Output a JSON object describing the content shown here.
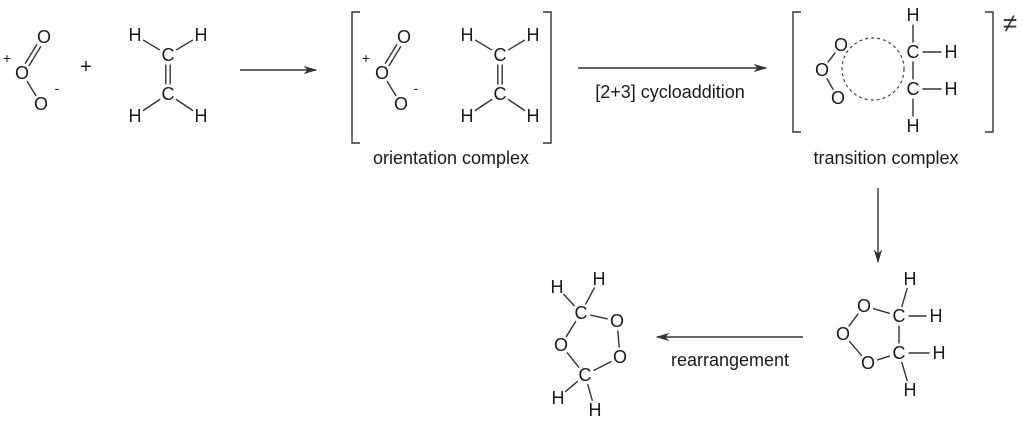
{
  "reactants": {
    "ozone": {
      "charge_plus": "+",
      "o_central": "O",
      "o_top": "O",
      "o_bottom": "O",
      "charge_minus": "-"
    },
    "plus_sign": "+",
    "ethylene": {
      "c_top": "C",
      "c_bottom": "C",
      "h_tl": "H",
      "h_tr": "H",
      "h_bl": "H",
      "h_br": "H"
    }
  },
  "orientation_complex": {
    "label": "orientation complex",
    "ozone": {
      "charge_plus": "+",
      "o_central": "O",
      "o_top": "O",
      "o_bottom": "O",
      "charge_minus": "-"
    },
    "ethylene": {
      "c_top": "C",
      "c_bottom": "C",
      "h_tl": "H",
      "h_tr": "H",
      "h_bl": "H",
      "h_br": "H"
    }
  },
  "step_cycloaddition": {
    "label": "[2+3] cycloaddition"
  },
  "transition_complex": {
    "label": "transition complex",
    "symbol": "≠",
    "atoms": {
      "o_top": "O",
      "o_mid": "O",
      "o_bottom": "O",
      "c_top": "C",
      "c_bottom": "C",
      "h_top": "H",
      "h_bottom": "H",
      "h_right_top": "H",
      "h_right_bottom": "H"
    }
  },
  "primary_ozonide": {
    "atoms": {
      "o_top": "O",
      "o_mid": "O",
      "o_bottom": "O",
      "c_top": "C",
      "c_bottom": "C",
      "h_top": "H",
      "h_right_top": "H",
      "h_right_bottom": "H",
      "h_bottom": "H"
    }
  },
  "step_rearrangement": {
    "label": "rearrangement"
  },
  "secondary_ozonide": {
    "atoms": {
      "h_tl": "H",
      "h_tr": "H",
      "c_top": "C",
      "o_right_top": "O",
      "o_left": "O",
      "o_right_bottom": "O",
      "c_bottom": "C",
      "h_bl": "H",
      "h_br": "H"
    }
  }
}
